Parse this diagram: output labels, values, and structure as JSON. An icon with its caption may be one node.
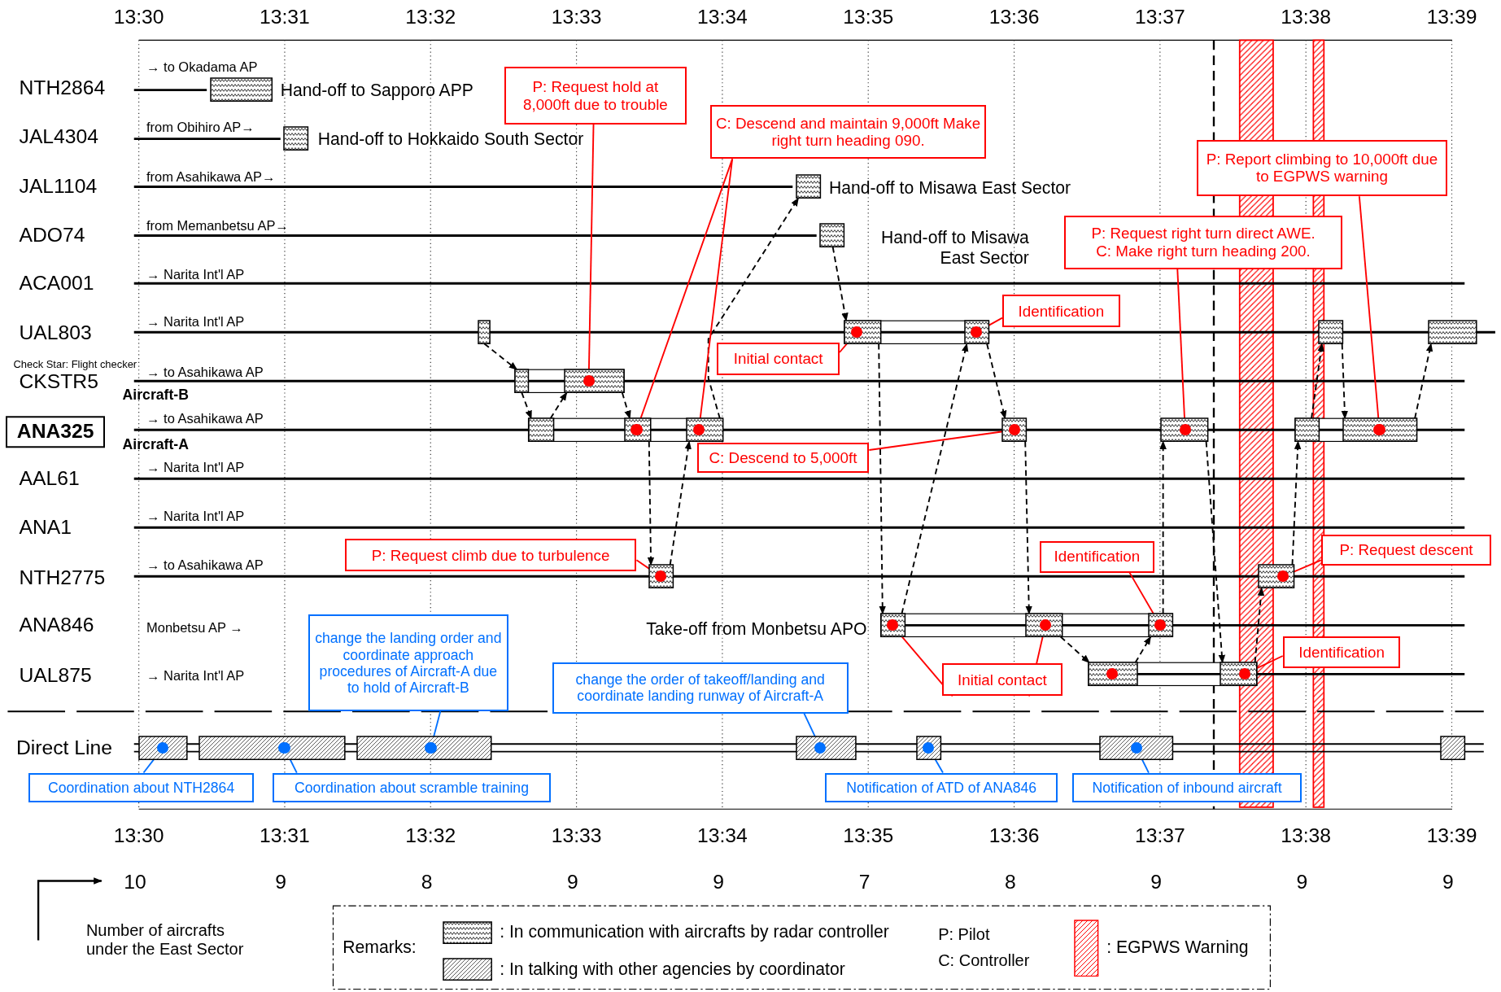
{
  "diagram": {
    "nodes": [
      {
        "text": [],
        "shape": "box",
        "beside": [
          "Hand-off to Sapporo APP"
        ]
      },
      {
        "text": [],
        "shape": "box",
        "beside": [
          "Hand-off to Hokkaido South Sector"
        ]
      },
      {
        "text": [],
        "shape": "box",
        "beside": [
          "Hand-off to Misawa East Sector"
        ]
      },
      {
        "text": [],
        "shape": "box",
        "beside": [
          "Hand-off to Misawa East Sector"
        ]
      },
      {
        "text": [],
        "shape": "box"
      },
      {
        "text": [],
        "shape": "box"
      },
      {
        "text": [],
        "shape": "circle",
        "in": 5
      },
      {
        "text": [],
        "shape": "box"
      },
      {
        "text": [],
        "shape": "circle",
        "in": 7
      },
      {
        "text": [],
        "shape": "box"
      },
      {
        "text": [],
        "shape": "box"
      },
      {
        "text": [],
        "shape": "box"
      },
      {
        "text": [],
        "shape": "box"
      },
      {
        "text": [],
        "shape": "circle",
        "in": 12
      },
      {
        "text": [],
        "shape": "box"
      },
      {
        "text": [],
        "shape": "box"
      },
      {
        "text": [],
        "shape": "circle",
        "in": 15
      },
      {
        "text": [],
        "shape": "box"
      },
      {
        "text": [],
        "shape": "circle",
        "in": 17
      },
      {
        "text": [],
        "shape": "box"
      },
      {
        "text": [],
        "shape": "circle",
        "in": 19
      },
      {
        "text": [],
        "shape": "box"
      },
      {
        "text": [],
        "shape": "circle",
        "in": 21
      },
      {
        "text": [],
        "shape": "box"
      },
      {
        "text": [],
        "shape": "box"
      },
      {
        "text": [],
        "shape": "circle",
        "in": 24
      },
      {
        "text": [],
        "shape": "box"
      },
      {
        "text": [],
        "shape": "circle",
        "in": 26
      },
      {
        "text": [],
        "shape": "box"
      },
      {
        "text": [],
        "shape": "circle",
        "in": 28
      },
      {
        "text": [],
        "shape": "box",
        "beside": [
          "Take-off from Monbetsu APO"
        ]
      },
      {
        "text": [],
        "shape": "circle",
        "in": 30
      },
      {
        "text": [],
        "shape": "box"
      },
      {
        "text": [],
        "shape": "circle",
        "in": 32
      },
      {
        "text": [],
        "shape": "box"
      },
      {
        "text": [],
        "shape": "circle",
        "in": 34
      },
      {
        "text": [],
        "shape": "box"
      },
      {
        "text": [],
        "shape": "circle",
        "in": 36
      },
      {
        "text": [],
        "shape": "box"
      },
      {
        "text": [],
        "shape": "circle",
        "in": 38
      },
      {
        "text": [],
        "shape": "box"
      },
      {
        "text": [],
        "shape": "circle",
        "in": 40
      },
      {
        "text": [],
        "shape": "box"
      },
      {
        "text": [],
        "shape": "circle",
        "in": 42
      },
      {
        "text": [],
        "shape": "box"
      },
      {
        "text": [],
        "shape": "circle",
        "in": 44
      },
      {
        "text": [],
        "shape": "box"
      },
      {
        "text": [],
        "shape": "circle",
        "in": 46
      },
      {
        "text": [],
        "shape": "box"
      },
      {
        "text": [],
        "shape": "circle",
        "in": 48
      },
      {
        "text": [],
        "shape": "box"
      },
      {
        "text": [],
        "shape": "circle",
        "in": 50
      },
      {
        "text": [],
        "shape": "box"
      },
      {
        "text": [
          "P: Request hold at 8,000ft due to trouble"
        ]
      },
      {
        "text": [
          "C: Descend and maintain 9,000ft Make right turn heading 090."
        ]
      },
      {
        "text": [
          "P: Report climbing to 10,000ft due to EGPWS warning"
        ]
      },
      {
        "text": [
          "P: Request right turn direct AWE.",
          "C: Make right turn heading 200."
        ]
      },
      {
        "text": [
          "Identification"
        ]
      },
      {
        "text": [
          "Initial contact"
        ]
      },
      {
        "text": [
          "C: Descend to 5,000ft"
        ]
      },
      {
        "text": [
          "P: Request climb due to turbulence"
        ]
      },
      {
        "text": [
          "Identification"
        ]
      },
      {
        "text": [
          "P: Request descent"
        ]
      },
      {
        "text": [
          "Initial contact"
        ]
      },
      {
        "text": [
          "Identification"
        ]
      },
      {
        "text": [
          "change the landing order and coordinate approach procedures of Aircraft-A due to hold of Aircraft-B"
        ]
      },
      {
        "text": [
          "change the order of takeoff/landing and coordinate landing runway of Aircraft-A"
        ]
      },
      {
        "text": [
          "Coordination about NTH2864"
        ]
      },
      {
        "text": [
          "Coordination about scramble training"
        ]
      },
      {
        "text": [
          "Notification of ATD of ANA846"
        ]
      },
      {
        "text": [
          "Notification of inbound aircraft"
        ]
      }
    ],
    "edges": [
      {
        "from": 4,
        "to": 11,
        "arrow": "to",
        "style": "dashed"
      },
      {
        "from": 11,
        "to": 14,
        "arrow": "to",
        "style": "dashed"
      },
      {
        "from": 14,
        "to": 12,
        "arrow": "to",
        "style": "dashed"
      },
      {
        "from": 12,
        "to": 15,
        "arrow": "to",
        "style": "dashed"
      },
      {
        "from": 15,
        "to": 26,
        "arrow": "to",
        "style": "dashed"
      },
      {
        "from": 26,
        "to": 17,
        "arrow": "to",
        "style": "dashed"
      },
      {
        "from": 17,
        "to": 2,
        "arrow": "to",
        "style": "dashed"
      },
      {
        "from": 3,
        "to": 5,
        "arrow": "to",
        "style": "dashed"
      },
      {
        "from": 5,
        "to": 30,
        "arrow": "to",
        "style": "dashed"
      },
      {
        "from": 30,
        "to": 7,
        "arrow": "to",
        "style": "dashed"
      },
      {
        "from": 7,
        "to": 19,
        "arrow": "to",
        "style": "dashed"
      },
      {
        "from": 19,
        "to": 32,
        "arrow": "to",
        "style": "dashed"
      },
      {
        "from": 32,
        "to": 36,
        "arrow": "to",
        "style": "dashed"
      },
      {
        "from": 36,
        "to": 34,
        "arrow": "to",
        "style": "dashed"
      },
      {
        "from": 34,
        "to": 21,
        "arrow": "to",
        "style": "dashed"
      },
      {
        "from": 21,
        "to": 38,
        "arrow": "to",
        "style": "dashed"
      },
      {
        "from": 38,
        "to": 28,
        "arrow": "to",
        "style": "dashed"
      },
      {
        "from": 28,
        "to": 23,
        "arrow": "to",
        "style": "dashed"
      },
      {
        "from": 23,
        "to": 9,
        "arrow": "to",
        "style": "dashed"
      },
      {
        "from": 9,
        "to": 24,
        "arrow": "to",
        "style": "dashed"
      },
      {
        "from": 24,
        "to": 10,
        "arrow": "to",
        "style": "dashed"
      },
      {
        "from": 53,
        "to": 13,
        "arrow": "none",
        "color": "#ff0000"
      },
      {
        "from": 54,
        "to": 16,
        "arrow": "none",
        "color": "#ff0000"
      },
      {
        "from": 54,
        "to": 18,
        "arrow": "none",
        "color": "#ff0000"
      },
      {
        "from": 55,
        "to": 25,
        "arrow": "none",
        "color": "#ff0000"
      },
      {
        "from": 56,
        "to": 22,
        "arrow": "none",
        "color": "#ff0000"
      },
      {
        "from": 57,
        "to": 8,
        "arrow": "none",
        "color": "#ff0000"
      },
      {
        "from": 58,
        "to": 6,
        "arrow": "none",
        "color": "#ff0000"
      },
      {
        "from": 59,
        "to": 20,
        "arrow": "none",
        "color": "#ff0000"
      },
      {
        "from": 60,
        "to": 27,
        "arrow": "none",
        "color": "#ff0000"
      },
      {
        "from": 61,
        "to": 35,
        "arrow": "none",
        "color": "#ff0000"
      },
      {
        "from": 62,
        "to": 29,
        "arrow": "none",
        "color": "#ff0000"
      },
      {
        "from": 63,
        "to": 31,
        "arrow": "none",
        "color": "#ff0000"
      },
      {
        "from": 63,
        "to": 33,
        "arrow": "none",
        "color": "#ff0000"
      },
      {
        "from": 64,
        "to": 39,
        "arrow": "none",
        "color": "#ff0000"
      },
      {
        "from": 65,
        "to": 45,
        "arrow": "none",
        "color": "#0070ff"
      },
      {
        "from": 66,
        "to": 47,
        "arrow": "none",
        "color": "#0070ff"
      },
      {
        "from": 67,
        "to": 41,
        "arrow": "none",
        "color": "#0070ff"
      },
      {
        "from": 68,
        "to": 43,
        "arrow": "none",
        "color": "#0070ff"
      },
      {
        "from": 69,
        "to": 49,
        "arrow": "none",
        "color": "#0070ff"
      },
      {
        "from": 70,
        "to": 51,
        "arrow": "none",
        "color": "#0070ff"
      }
    ],
    "labels": [
      "13:30",
      "13:31",
      "13:32",
      "13:33",
      "13:34",
      "13:35",
      "13:36",
      "13:37",
      "13:38",
      "13:39",
      "NTH2864",
      "→ to Okadama AP",
      "JAL4304",
      "from Obihiro AP→",
      "JAL1104",
      "from Asahikawa AP→",
      "ADO74",
      "from Memanbetsu AP→",
      "ACA001",
      "→ Narita Int'l AP",
      "UAL803",
      "→ Narita Int'l AP",
      "Check Star: Flight checker",
      "CKSTR5",
      "→ to Asahikawa AP",
      "Aircraft-B",
      "ANA325",
      "→ to Asahikawa AP",
      "Aircraft-A",
      "AAL61",
      "→ Narita Int'l AP",
      "ANA1",
      "→ Narita Int'l AP",
      "NTH2775",
      "→ to Asahikawa AP",
      "ANA846",
      "Monbetsu AP →",
      "UAL875",
      "→ Narita Int'l AP",
      "Direct Line",
      "13:30",
      "13:31",
      "13:32",
      "13:33",
      "13:34",
      "13:35",
      "13:36",
      "13:37",
      "13:38",
      "13:39",
      "10",
      "9",
      "8",
      "9",
      "9",
      "7",
      "8",
      "9",
      "9",
      "9",
      "Number of aircrafts under the East Sector",
      "Remarks:",
      "P: Pilot",
      "C: Controller"
    ],
    "legend": [
      {
        "text": ": In communication with aircrafts by radar controller"
      },
      {
        "text": ": In talking with other agencies by coordinator"
      },
      {
        "text": ": EGPWS Warning"
      }
    ]
  }
}
